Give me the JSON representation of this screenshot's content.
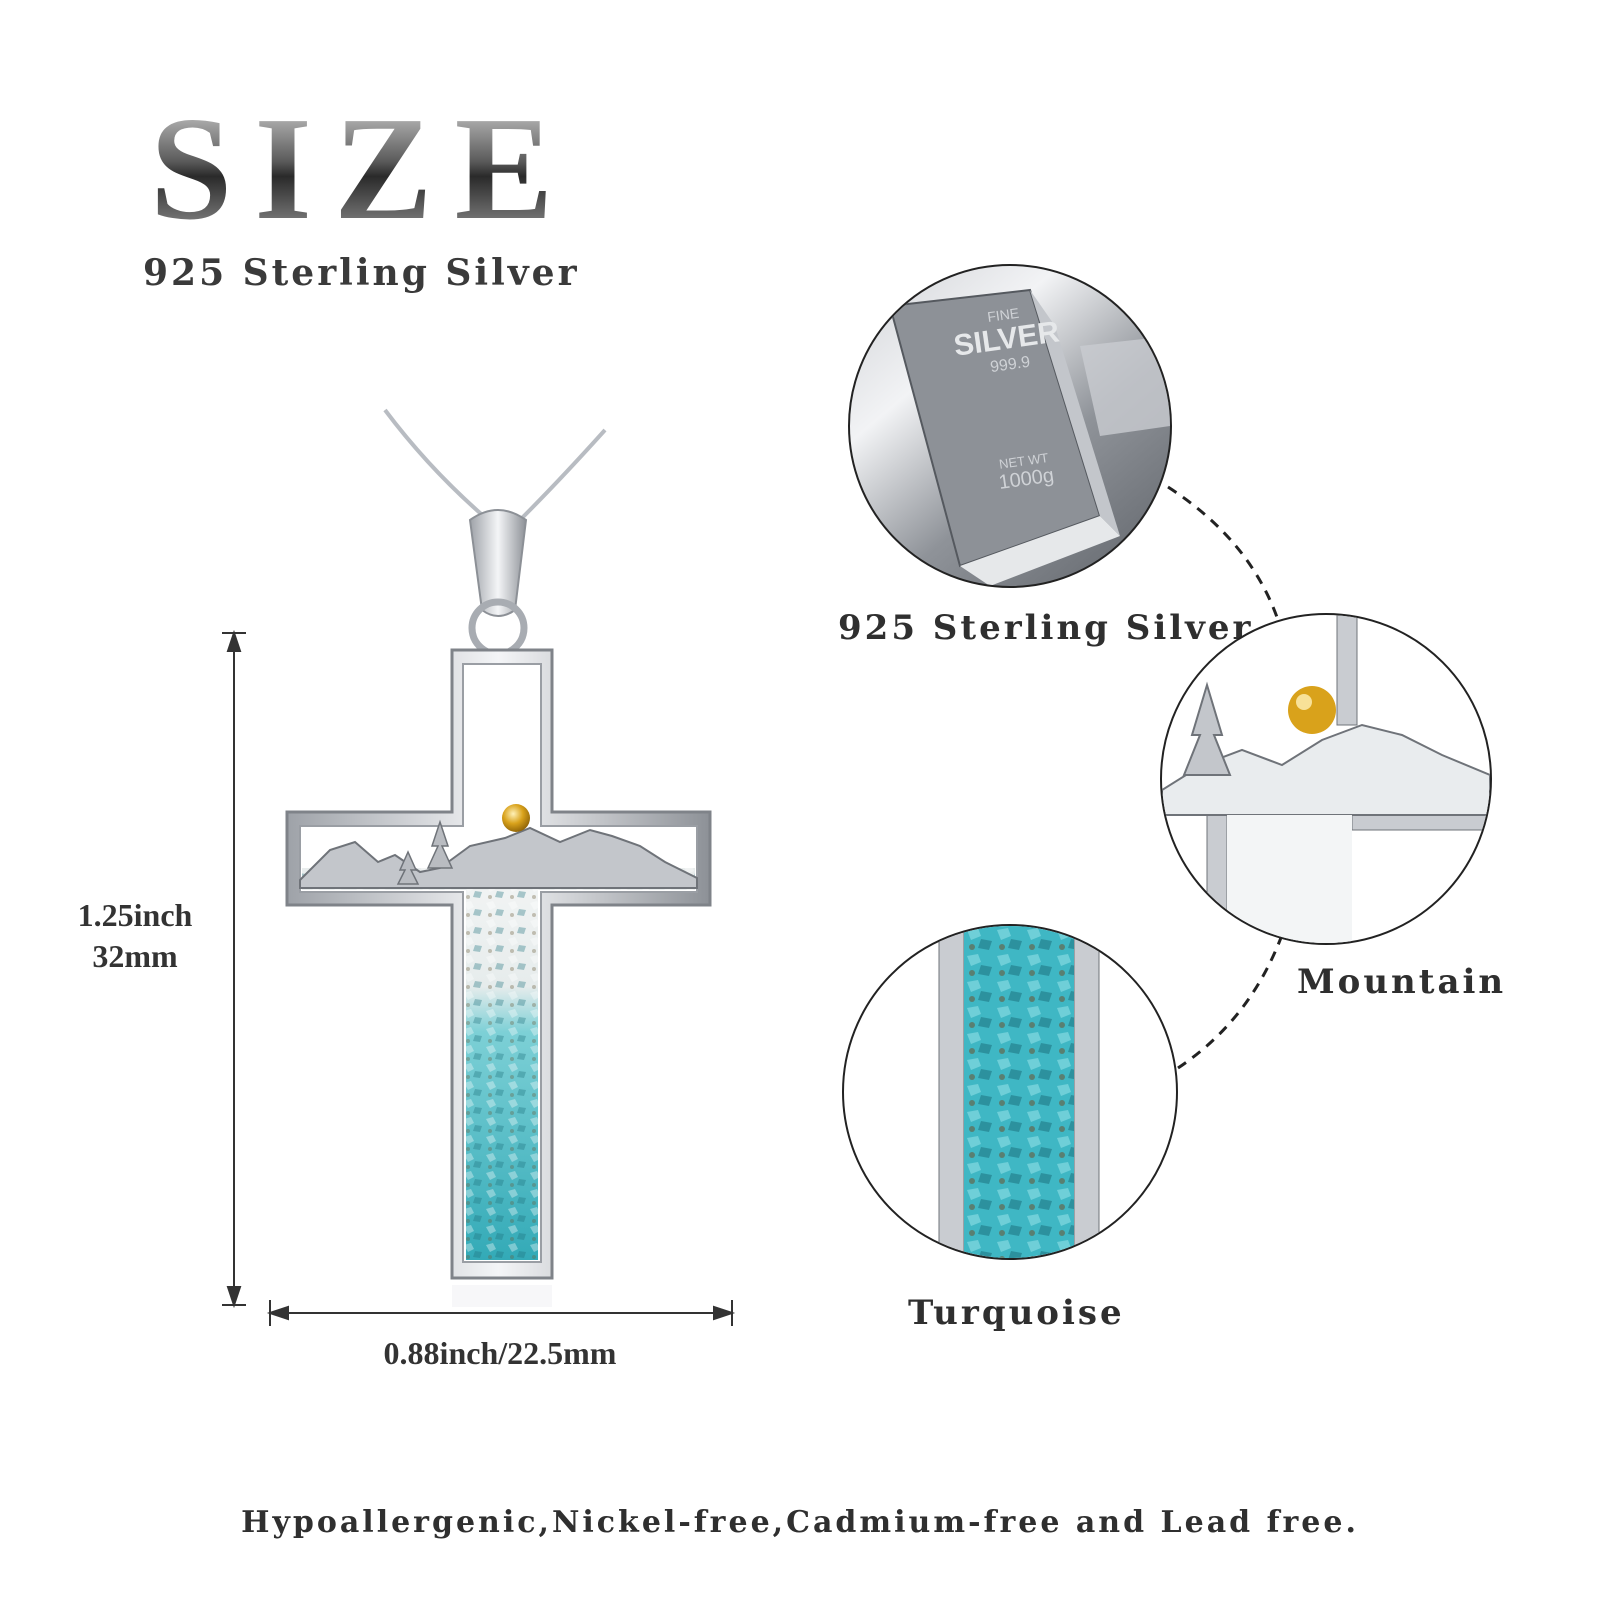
{
  "header": {
    "title": "SIZE",
    "subtitle": "925 Sterling Silver"
  },
  "dimensions": {
    "height_inch": "1.25inch",
    "height_mm": "32mm",
    "width": "0.88inch/22.5mm"
  },
  "details": [
    {
      "label": "925 Sterling Silver",
      "bar_line1": "FINE",
      "bar_line2": "SILVER",
      "bar_line3": "999.9",
      "bar_line4": "NET WT",
      "bar_line5": "1000g"
    },
    {
      "label": "Mountain"
    },
    {
      "label": "Turquoise"
    }
  ],
  "footer": {
    "text": "Hypoallergenic,Nickel-free,Cadmium-free and Lead free."
  },
  "colors": {
    "silver": "#c9ccd1",
    "turquoise": "#3fb7c4",
    "gold": "#d9a21b"
  }
}
